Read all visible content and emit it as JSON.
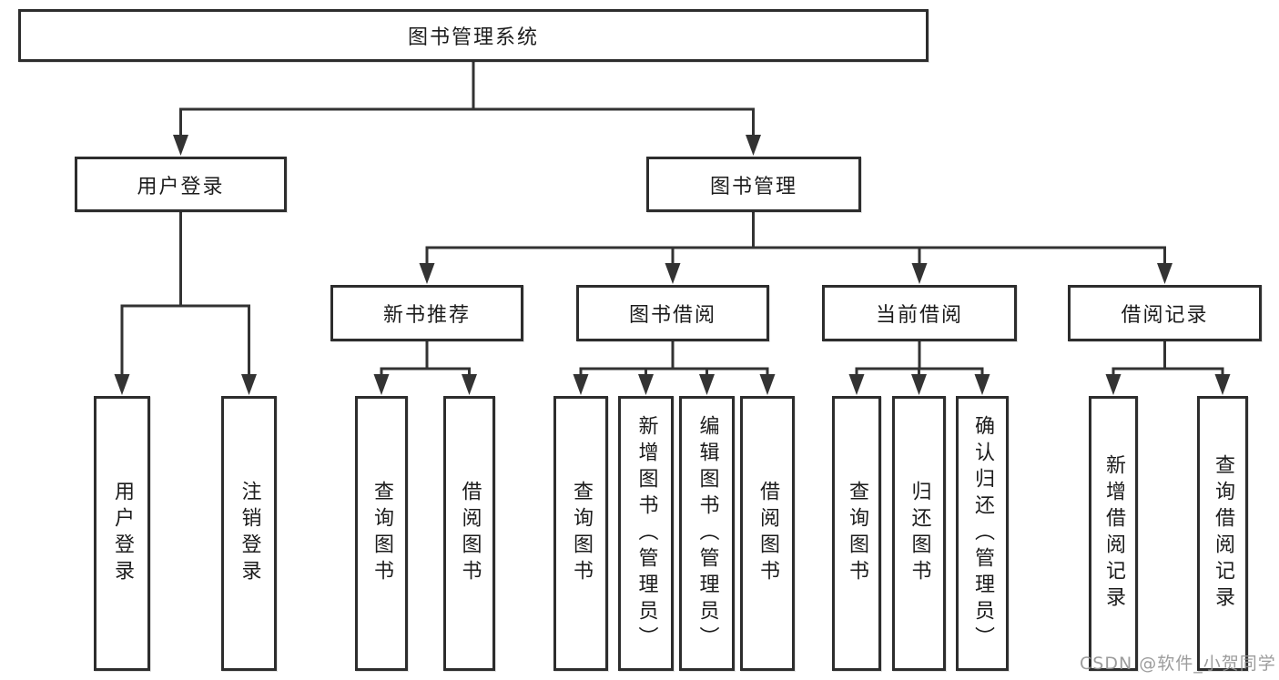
{
  "diagram": {
    "root": {
      "label": "图书管理系统"
    },
    "level2": [
      {
        "label": "用户登录",
        "leaves": [
          {
            "label": "用户登录"
          },
          {
            "label": "注销登录"
          }
        ]
      },
      {
        "label": "图书管理",
        "groups": [
          {
            "label": "新书推荐",
            "leaves": [
              {
                "label": "查询图书"
              },
              {
                "label": "借阅图书"
              }
            ]
          },
          {
            "label": "图书借阅",
            "leaves": [
              {
                "label": "查询图书"
              },
              {
                "label": "新增图书（管理员）"
              },
              {
                "label": "编辑图书（管理员）"
              },
              {
                "label": "借阅图书"
              }
            ]
          },
          {
            "label": "当前借阅",
            "leaves": [
              {
                "label": "查询图书"
              },
              {
                "label": "归还图书"
              },
              {
                "label": "确认归还（管理员）"
              }
            ]
          },
          {
            "label": "借阅记录",
            "leaves": [
              {
                "label": "新增借阅记录"
              },
              {
                "label": "查询借阅记录"
              }
            ]
          }
        ]
      }
    ]
  },
  "watermark": {
    "text": "CSDN @软件_小贺同学"
  },
  "colors": {
    "line": "#333333",
    "box_border": "#2d2d2d",
    "text": "#1c1c1c",
    "background": "#ffffff",
    "watermark": "#949494"
  }
}
